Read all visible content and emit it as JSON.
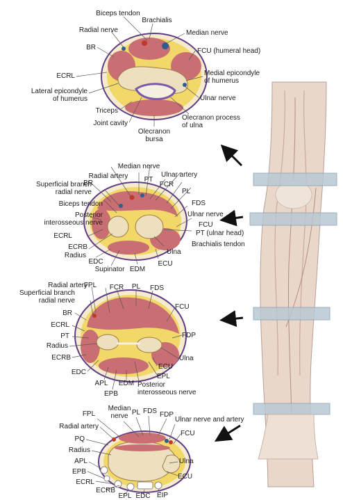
{
  "sections": [
    {
      "id": "elbow",
      "labels": {
        "biceps_tendon": "Biceps tendon",
        "brachialis": "Brachialis",
        "radial_nerve": "Radial nerve",
        "median_nerve": "Median nerve",
        "br": "BR",
        "fcu_humeral": "FCU (humeral head)",
        "ecrl": "ECRL",
        "medial_epicondyle": "Medial epicondyle\nof humerus",
        "lateral_epicondyle": "Lateral epicondyle\nof humerus",
        "ulnar_nerve": "Ulnar nerve",
        "triceps": "Triceps",
        "joint_cavity": "Joint cavity",
        "olecranon_process": "Olecranon process\nof ulna",
        "olecranon_bursa": "Olecranon\nbursa"
      }
    },
    {
      "id": "proximal-forearm",
      "labels": {
        "median_nerve": "Median nerve",
        "radial_artery": "Radial artery",
        "pt": "PT",
        "ulnar_artery": "Ulnar artery",
        "br": "BR",
        "fcr": "FCR",
        "superficial_branch": "Superficial branch\nradial nerve",
        "pl": "PL",
        "fds": "FDS",
        "biceps_tendon": "Biceps tendon",
        "ulnar_nerve": "Ulnar nerve",
        "posterior_interosseous": "Posterior\ninterosseous nerve",
        "fcu": "FCU",
        "ecrl": "ECRL",
        "pt_ulnar_head": "PT (ulnar head)",
        "ecrb": "ECRB",
        "brachialis_tendon": "Brachialis tendon",
        "radius": "Radius",
        "ulna": "Ulna",
        "edc": "EDC",
        "ecu": "ECU",
        "supinator": "Supinator",
        "edm": "EDM"
      }
    },
    {
      "id": "mid-forearm",
      "labels": {
        "radial_artery": "Radial artery",
        "fpl": "FPL",
        "fcr": "FCR",
        "pl": "PL",
        "fds": "FDS",
        "superficial_branch": "Superficial branch\nradial nerve",
        "fcu": "FCU",
        "br": "BR",
        "ecrl": "ECRL",
        "pt": "PT",
        "fdp": "FDP",
        "radius": "Radius",
        "ecrb": "ECRB",
        "ulna": "Ulna",
        "ecu": "ECU",
        "edc": "EDC",
        "epl": "EPL",
        "apl": "APL",
        "edm": "EDM",
        "posterior_interosseous": "Posterior\ninterosseous nerve",
        "epb": "EPB"
      }
    },
    {
      "id": "wrist",
      "labels": {
        "fpl": "FPL",
        "median_nerve": "Median\nnerve",
        "pl": "PL",
        "fds": "FDS",
        "fdp": "FDP",
        "ulnar_nerve_artery": "Ulnar nerve and artery",
        "radial_artery": "Radial artery",
        "fcu": "FCU",
        "pq": "PQ",
        "radius": "Radius",
        "ulna": "Ulna",
        "apl": "APL",
        "epb": "EPB",
        "ecu": "ECU",
        "ecrl": "ECRL",
        "ecrb": "ECRB",
        "epl": "EPL",
        "edc": "EDC",
        "eip": "EIP"
      }
    }
  ],
  "colors": {
    "skin": "#f5ecd0",
    "fat": "#f1d868",
    "muscle": "#c96e72",
    "bone": "#ece0bf",
    "outline": "#5f3d86",
    "limb": "#ead7cb",
    "band": "#b8c8d3"
  }
}
